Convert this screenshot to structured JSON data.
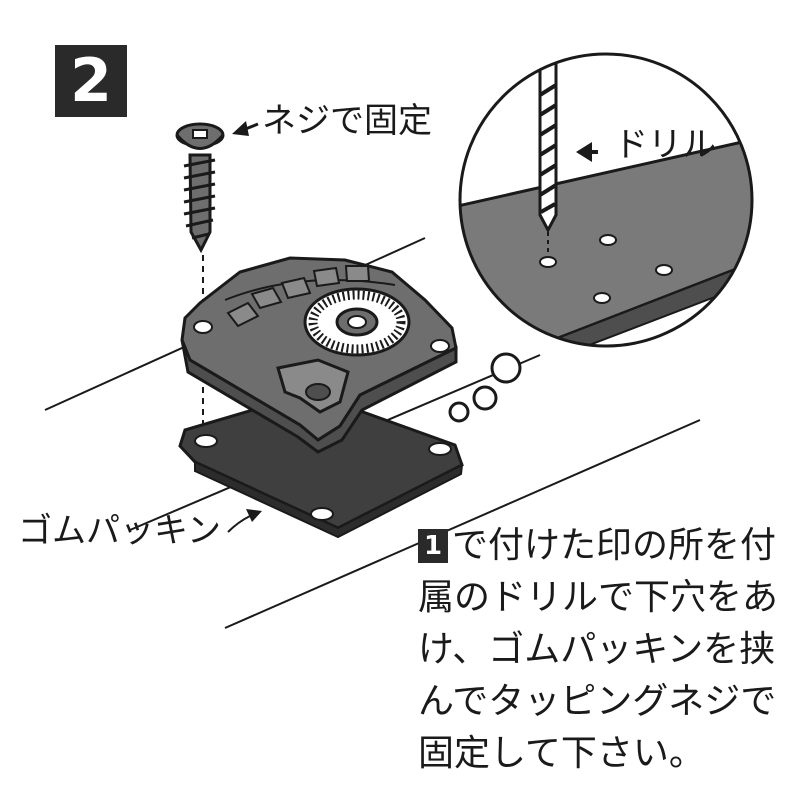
{
  "step_number": "2",
  "labels": {
    "screw": "ネジで固定",
    "drill": "ドリル",
    "gasket": "ゴムパッキン"
  },
  "instructions": {
    "ref_number": "1",
    "line1": "で付けた印の所を付",
    "line2": "属のドリルで下穴をあ",
    "line3": "け、ゴムパッキンを挟",
    "line4": "んでタッピングネジで",
    "line5": "固定して下さい。"
  },
  "colors": {
    "ink": "#1a1a1a",
    "part_gray": "#6e6e6e",
    "part_dark": "#4e4e4e",
    "surface_gray": "#7a7a7a",
    "badge": "#2a2a2a"
  }
}
